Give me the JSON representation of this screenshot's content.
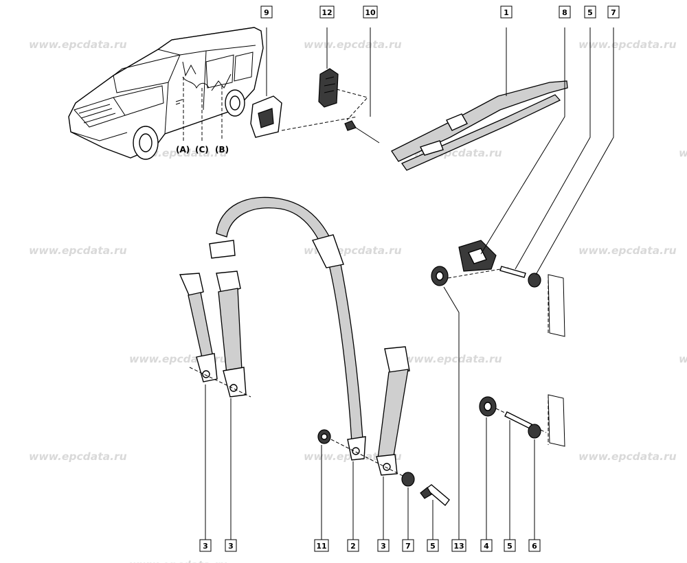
{
  "watermark_text": "www.epcdata.ru",
  "callouts": {
    "c1": "1",
    "c8": "8",
    "c5_top": "5",
    "c7_top": "7",
    "c9": "9",
    "c12": "12",
    "c10": "10",
    "c3a": "3",
    "c3b": "3",
    "c11": "11",
    "c2": "2",
    "c3c": "3",
    "c7_bot": "7",
    "c5_bot": "5",
    "c13": "13",
    "c4": "4",
    "c5_br": "5",
    "c6": "6"
  },
  "position_labels": {
    "a": "(A)",
    "c": "(C)",
    "b": "(B)"
  }
}
